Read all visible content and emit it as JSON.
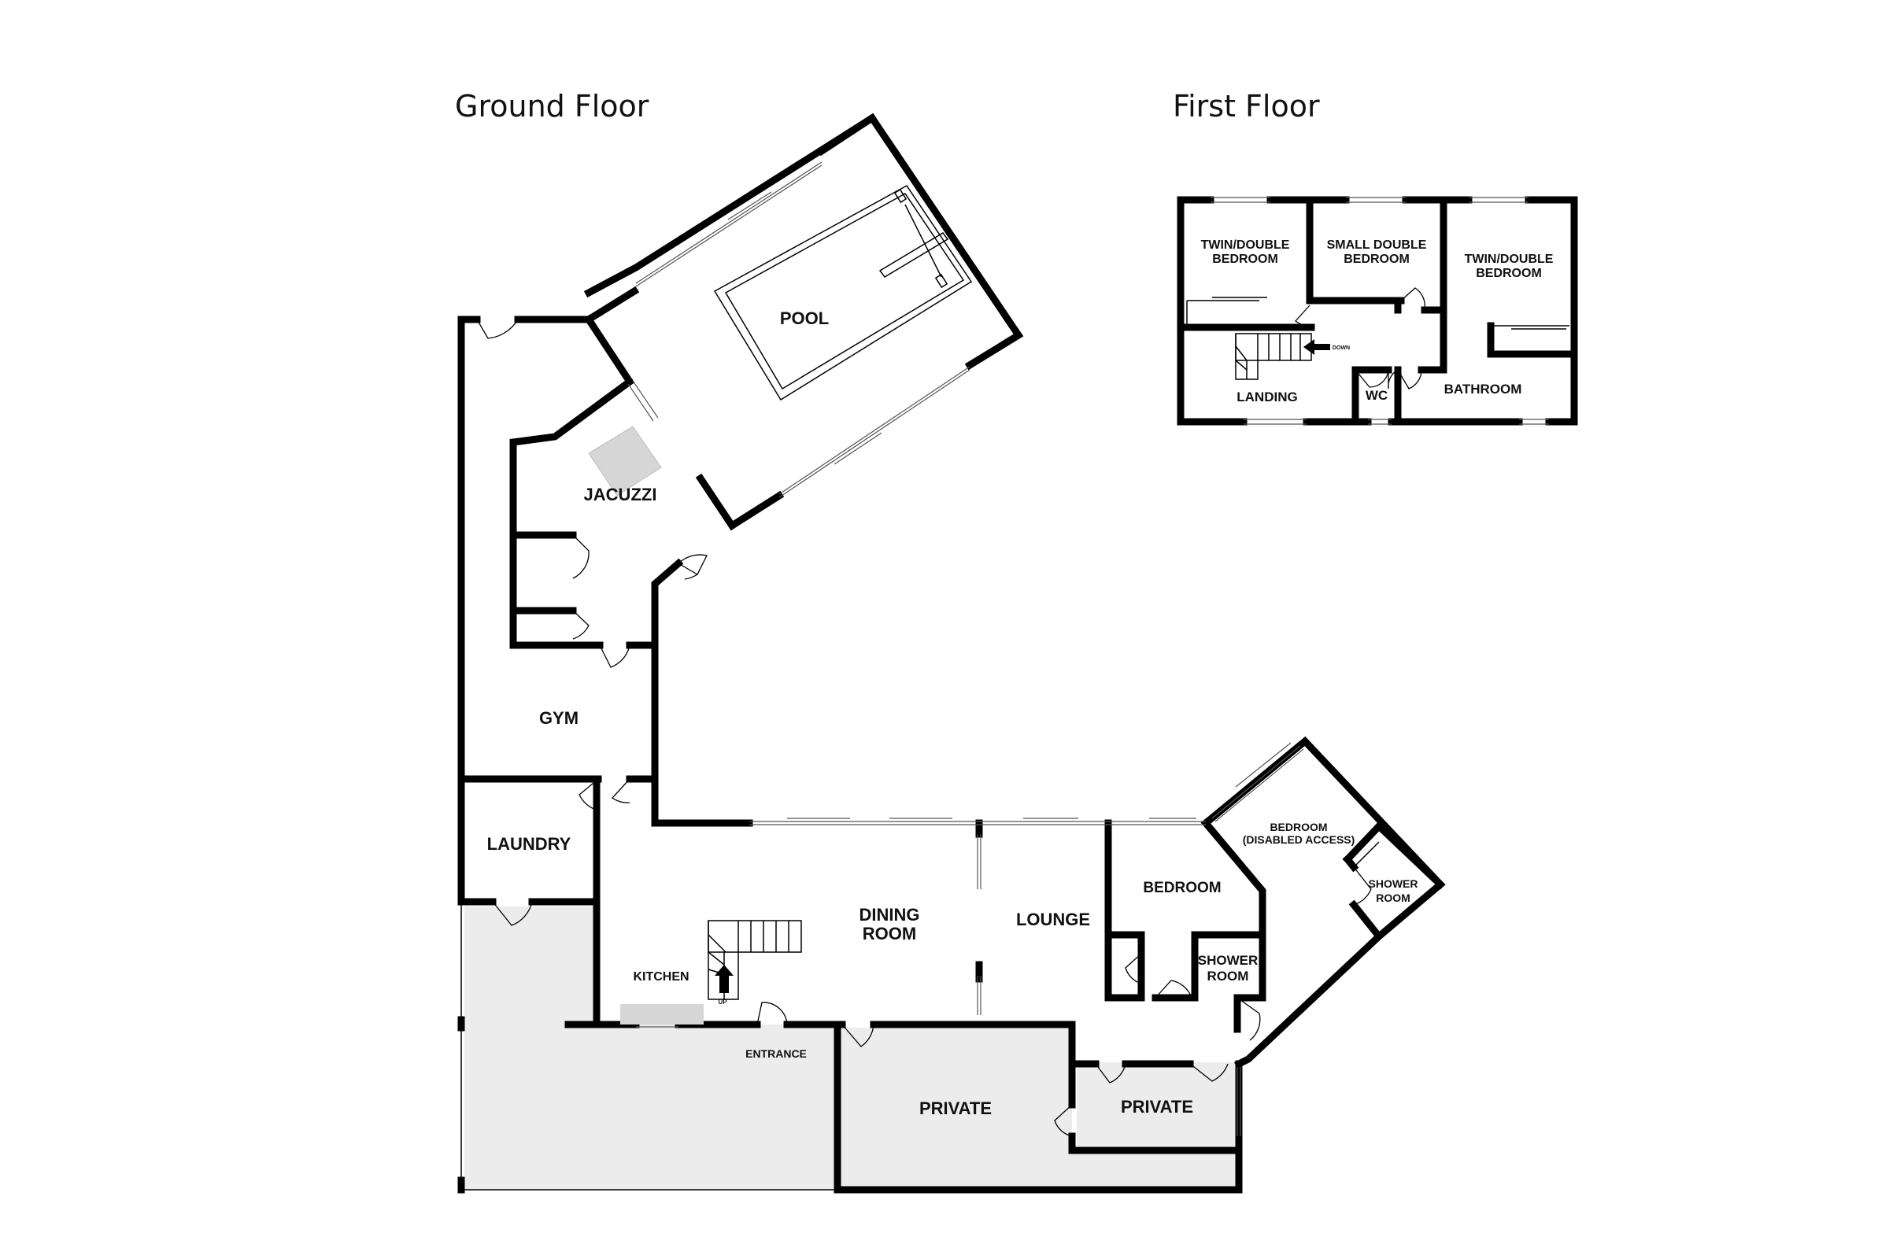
{
  "titles": {
    "ground": "Ground Floor",
    "first": "First Floor"
  },
  "ground_floor": {
    "pool": "POOL",
    "jacuzzi": "JACUZZI",
    "gym": "GYM",
    "laundry": "LAUNDRY",
    "dining_line1": "DINING",
    "dining_line2": "ROOM",
    "lounge": "LOUNGE",
    "kitchen": "KITCHEN",
    "stairs_up": "UP",
    "entrance": "ENTRANCE",
    "bedroom": "BEDROOM",
    "shower_line1": "SHOWER",
    "shower_line2": "ROOM",
    "bedroom_da_line1": "BEDROOM",
    "bedroom_da_line2": "(DISABLED ACCESS)",
    "shower2_line1": "SHOWER",
    "shower2_line2": "ROOM",
    "private_left": "PRIVATE",
    "private_right": "PRIVATE"
  },
  "first_floor": {
    "twin_left_line1": "TWIN/DOUBLE",
    "twin_left_line2": "BEDROOM",
    "small_line1": "SMALL DOUBLE",
    "small_line2": "BEDROOM",
    "twin_right_line1": "TWIN/DOUBLE",
    "twin_right_line2": "BEDROOM",
    "landing": "LANDING",
    "wc": "WC",
    "bathroom": "BATHROOM",
    "stairs_down": "DOWN"
  },
  "colors": {
    "wall": "#000000",
    "exterior_fill": "#ececec",
    "fixture_fill": "#d6d6d6"
  }
}
